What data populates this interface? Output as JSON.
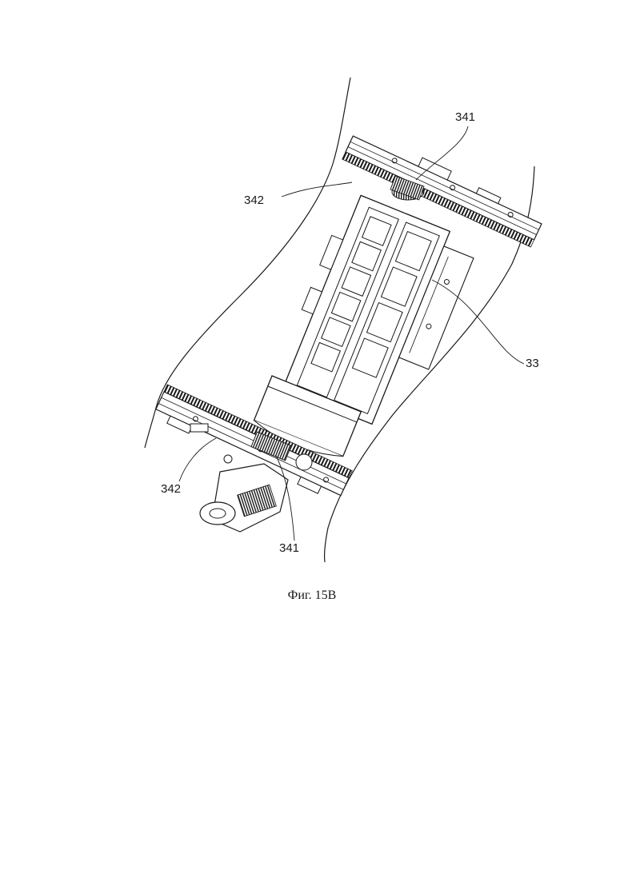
{
  "figure": {
    "caption": "Фиг. 15В",
    "labels": {
      "rack_gear_top": "341",
      "rack_top": "342",
      "carriage": "33",
      "rack_bottom": "342",
      "rack_gear_bottom": "341"
    }
  },
  "colors": {
    "ink": "#1a1a1a",
    "background": "#ffffff"
  }
}
